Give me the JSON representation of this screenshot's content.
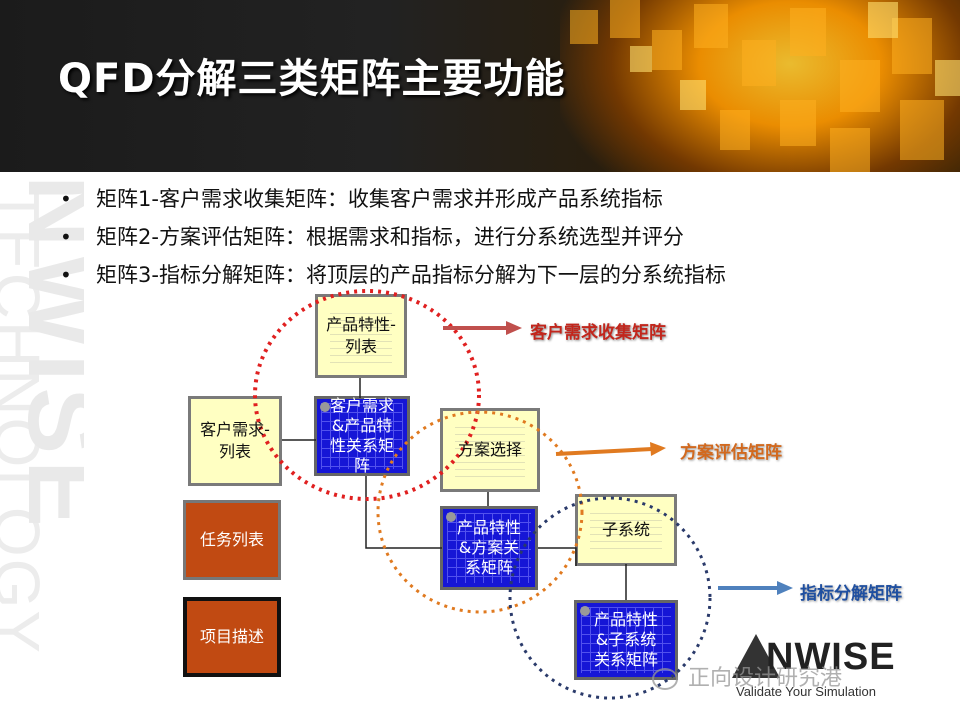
{
  "slide": {
    "title": "QFD分解三类矩阵主要功能",
    "watermark": {
      "line1": "TECHNOLOGY",
      "line2": "NWISE"
    },
    "bullets": [
      "矩阵1-客户需求收集矩阵：收集客户需求并形成产品系统指标",
      "矩阵2-方案评估矩阵：根据需求和指标，进行分系统选型并评分",
      "矩阵3-指标分解矩阵：将顶层的产品指标分解为下一层的分系统指标"
    ]
  },
  "diagram": {
    "boxes": {
      "product_features": "产品特性-\n列表",
      "customer_needs": "客户需求-\n列表",
      "needs_features_matrix": "客户需求\n&产品特\n性关系矩\n阵",
      "scheme_selection": "方案选择",
      "features_scheme_matrix": "产品特性\n&方案关\n系矩阵",
      "subsystem": "子系统",
      "features_subsystem_matrix": "产品特性\n&子系统\n关系矩阵",
      "task_list": "任务列表",
      "project_description": "项目描述"
    },
    "labels": {
      "matrix1": "客户需求收集矩阵",
      "matrix2": "方案评估矩阵",
      "matrix3": "指标分解矩阵"
    },
    "colors": {
      "red": "#e02020",
      "orange": "#e07a20",
      "navy": "#2a3a6a",
      "blue_box": "#1616d6",
      "yellow_box": "#ffffc2",
      "brown_box": "#c14a12"
    }
  },
  "footer": {
    "logo_name": "NWISE",
    "logo_tagline": "Validate Your Simulation",
    "wechat_text": "正向设计研究港"
  }
}
